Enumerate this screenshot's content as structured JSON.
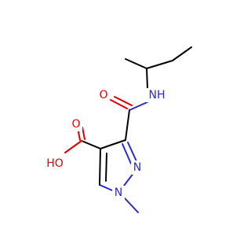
{
  "molecule": {
    "atoms": {
      "amide_nh": {
        "label": "NH",
        "element": "N"
      },
      "amide_o": {
        "label": "O",
        "element": "O"
      },
      "acid_oh": {
        "label": "HO",
        "element": "O"
      },
      "acid_o": {
        "label": "O",
        "element": "O"
      },
      "ring_n2": {
        "label": "N",
        "element": "N"
      },
      "ring_n1": {
        "label": "N",
        "element": "N"
      }
    },
    "colors": {
      "carbon_bond": "#000000",
      "oxygen": "#e00000",
      "nitrogen": "#2a2ad0",
      "background": "#ffffff"
    }
  }
}
